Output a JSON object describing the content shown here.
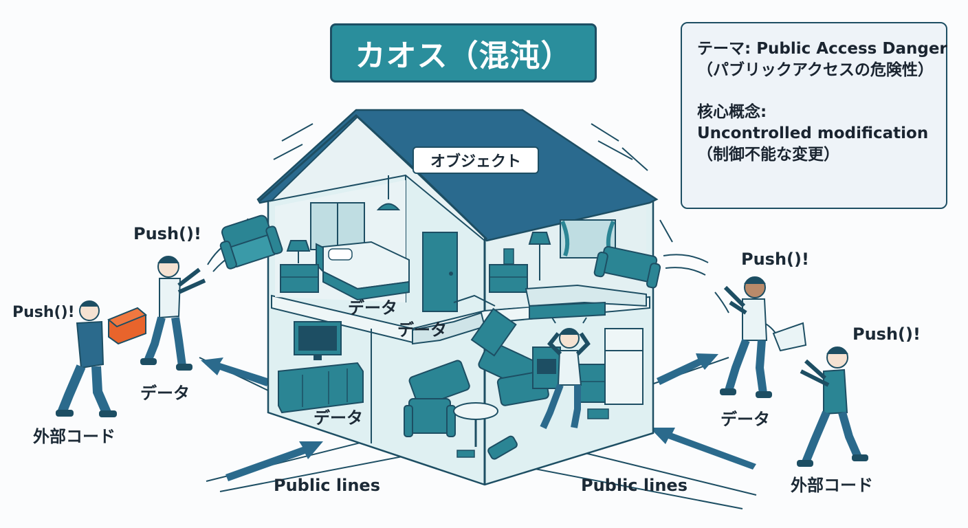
{
  "title": "カオス（混沌）",
  "info": {
    "theme_label": "テーマ: Public Access Danger",
    "theme_sub": "（パブリックアクセスの危険性）",
    "concept_label": "核心概念:",
    "concept_value": "Uncontrolled modification",
    "concept_sub": "（制御不能な変更）"
  },
  "house_label": "オブジェクト",
  "push_labels": [
    "Push()!",
    "Push()!",
    "Push()!",
    "Push()!"
  ],
  "data_labels": [
    "データ",
    "データ",
    "データ",
    "データ",
    "データ"
  ],
  "external_labels": [
    "外部コード",
    "外部コード"
  ],
  "public_lines": [
    "Public lines",
    "Public lines"
  ],
  "colors": {
    "accent": "#2a8e9c",
    "dark": "#1d4e63",
    "roof": "#2a6a8e",
    "teal_furniture": "#2b8594",
    "orange_box": "#e8642c"
  }
}
